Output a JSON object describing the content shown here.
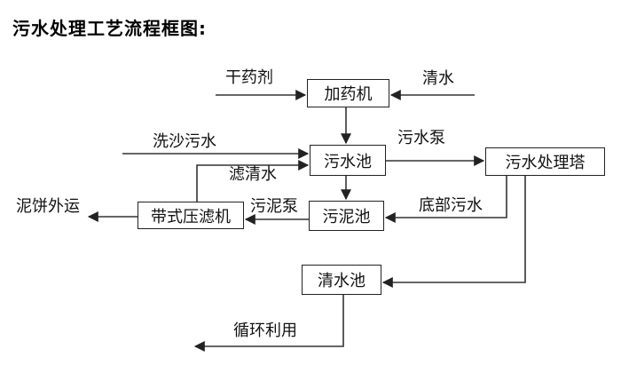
{
  "title": "污水处理工艺流程框图:",
  "colors": {
    "background": "#ffffff",
    "line": "#333333",
    "box_border": "#222222",
    "text": "#111111"
  },
  "diagram": {
    "type": "flowchart",
    "nodes": {
      "dosing_machine": {
        "label": "加药机"
      },
      "sewage_pool": {
        "label": "污水池"
      },
      "sewage_treatment_tower": {
        "label": "污水处理塔"
      },
      "sludge_pool": {
        "label": "污泥池"
      },
      "belt_filter_press": {
        "label": "带式压滤机"
      },
      "clear_water_pool": {
        "label": "清水池"
      }
    },
    "edge_labels": {
      "dry_chemical": "干药剂",
      "clear_water": "清水",
      "sand_washing_sewage": "洗沙污水",
      "filtered_clear_water": "滤清水",
      "sewage_pump": "污水泵",
      "sludge_pump": "污泥泵",
      "bottom_sewage": "底部污水",
      "mud_cake_out": "泥饼外运",
      "recycle_use": "循环利用"
    },
    "edges": [
      {
        "from": "干药剂(入口)",
        "to": "加药机",
        "label": "干药剂"
      },
      {
        "from": "清水(入口)",
        "to": "加药机",
        "label": "清水"
      },
      {
        "from": "加药机",
        "to": "污水池",
        "label": ""
      },
      {
        "from": "洗沙污水(入口)",
        "to": "污水池",
        "label": "洗沙污水"
      },
      {
        "from": "带式压滤机",
        "to": "污水池",
        "label": "滤清水"
      },
      {
        "from": "污水池",
        "to": "污水处理塔",
        "label": "污水泵"
      },
      {
        "from": "污水池",
        "to": "污泥池",
        "label": ""
      },
      {
        "from": "污水处理塔",
        "to": "污泥池",
        "label": "底部污水"
      },
      {
        "from": "污泥池",
        "to": "带式压滤机",
        "label": "污泥泵"
      },
      {
        "from": "带式压滤机",
        "to": "泥饼外运(出口)",
        "label": "泥饼外运"
      },
      {
        "from": "污水处理塔",
        "to": "清水池",
        "label": ""
      },
      {
        "from": "清水池",
        "to": "循环利用(出口)",
        "label": "循环利用"
      }
    ]
  }
}
